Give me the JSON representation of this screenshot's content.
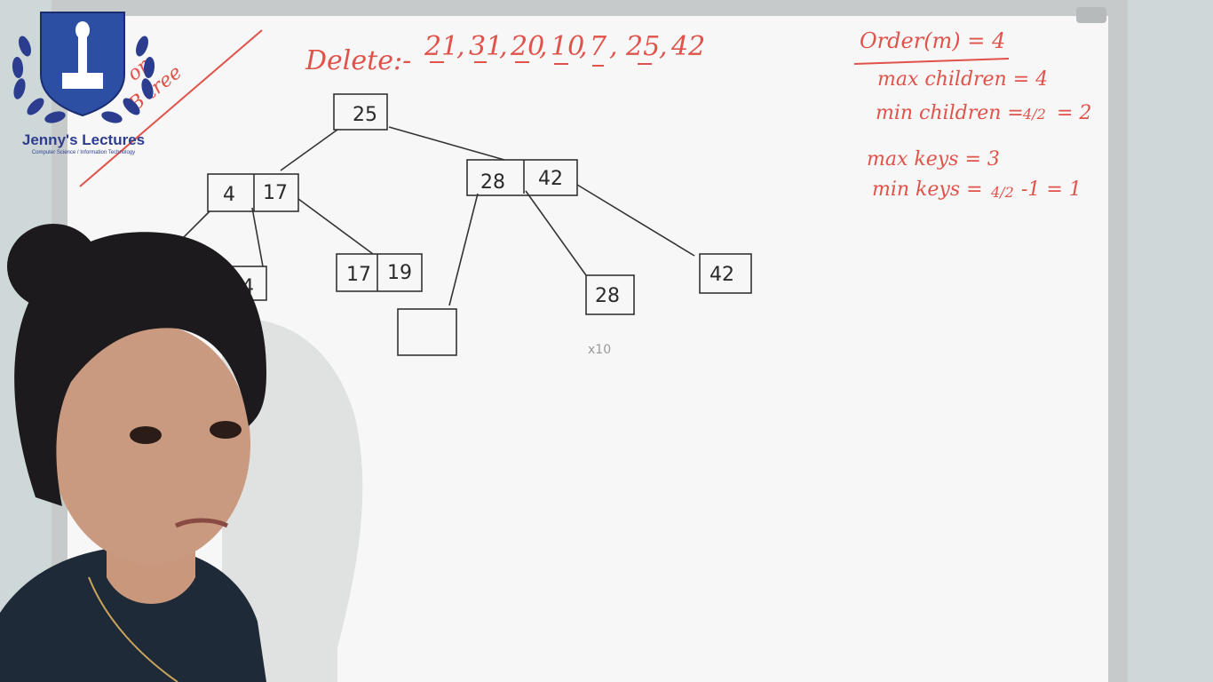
{
  "logo": {
    "name": "Jenny's Lectures",
    "tagline": "Computer Science / Information Technology"
  },
  "board": {
    "side_note": [
      "on",
      "B tree"
    ],
    "delete_label": "Delete:-",
    "delete_keys": [
      "21",
      "31",
      "20",
      "10",
      "7",
      "25",
      "42"
    ],
    "rules": {
      "order": "Order(m) = 4",
      "max_children": "max children = 4",
      "min_children_prefix": "min children = ",
      "min_children_ceil": "4/2",
      "min_children_result": "= 2",
      "max_keys": "max keys = 3",
      "min_keys_prefix": "min keys = ",
      "min_keys_ceil": "4/2",
      "min_keys_result": "-1 = 1"
    },
    "tree": {
      "root": [
        "25"
      ],
      "left_internal": [
        "4",
        "17"
      ],
      "right_internal": [
        "28",
        "42"
      ],
      "leaf_a": [
        "4"
      ],
      "leaf_b": [
        "17",
        "19"
      ],
      "leaf_empty": [],
      "leaf_c": [
        "28"
      ],
      "leaf_d": [
        "42"
      ],
      "scribble": "x10"
    }
  },
  "colors": {
    "marker_red": "#e0524a",
    "marker_dark": "#2a2a2a",
    "board": "#f6f7f6",
    "frame": "#c9cccc",
    "wall": "#cfd8d8",
    "logo_blue": "#2c3d8f"
  }
}
